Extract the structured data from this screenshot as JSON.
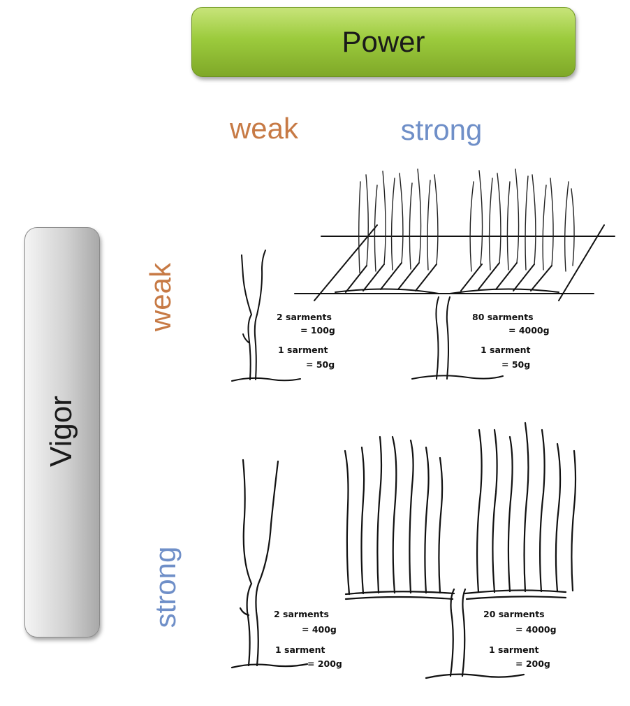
{
  "header": {
    "power_label": "Power"
  },
  "side": {
    "vigor_label": "Vigor"
  },
  "columns": {
    "weak": "weak",
    "strong": "strong"
  },
  "rows": {
    "weak": "weak",
    "strong": "strong"
  },
  "colors": {
    "weak": "#c77a45",
    "strong": "#6f8fc8",
    "power_box": "#9ccb3d",
    "vigor_box": "#d2d2d2"
  },
  "panels": {
    "weak_weak": {
      "line1": "2 sarments",
      "line2": "= 100g",
      "line3": "1 sarment",
      "line4": "= 50g"
    },
    "strong_weak": {
      "line1": "80 sarments",
      "line2": "= 4000g",
      "line3": "1 sarment",
      "line4": "= 50g"
    },
    "weak_strong": {
      "line1": "2 sarments",
      "line2": "= 400g",
      "line3": "1 sarment",
      "line4": "= 200g"
    },
    "strong_strong": {
      "line1": "20 sarments",
      "line2": "= 4000g",
      "line3": "1 sarment",
      "line4": "= 200g"
    }
  }
}
